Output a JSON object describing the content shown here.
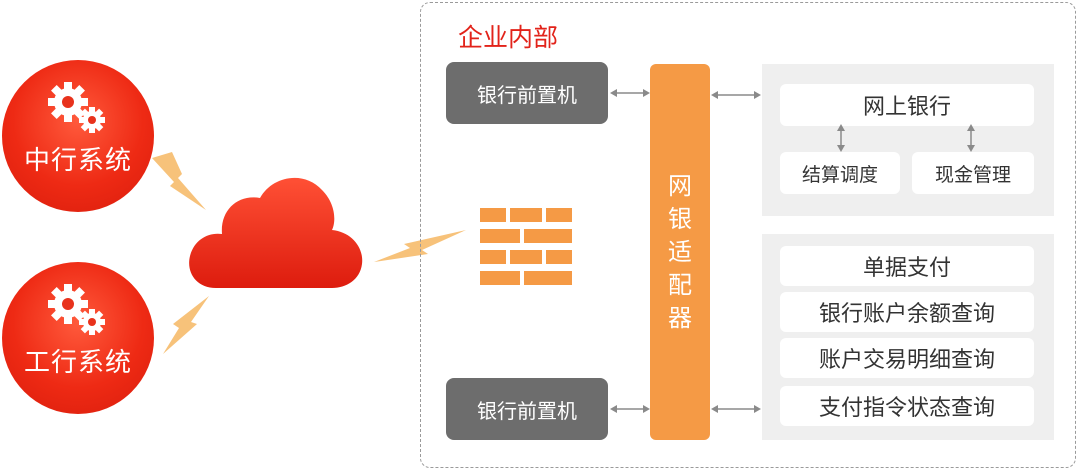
{
  "bank_systems": [
    {
      "label": "中行系统"
    },
    {
      "label": "工行系统"
    }
  ],
  "enterprise": {
    "title": "企业内部",
    "front_machine_top": "银行前置机",
    "front_machine_bottom": "银行前置机",
    "adapter_chars": [
      "网",
      "银",
      "适",
      "配",
      "器"
    ],
    "online_banking": {
      "title": "网上银行",
      "modules": [
        "结算调度",
        "现金管理"
      ]
    },
    "services": [
      "单据支付",
      "银行账户余额查询",
      "账户交易明细查询",
      "支付指令状态查询"
    ]
  },
  "icons": {
    "gears": "gears-icon",
    "cloud": "cloud-icon",
    "firewall": "firewall-icon",
    "lightning": "lightning-bolt-icon"
  },
  "colors": {
    "red": "#e2231a",
    "orange": "#f59a45",
    "gray_box": "#6d6d6d",
    "panel": "#efefef"
  }
}
